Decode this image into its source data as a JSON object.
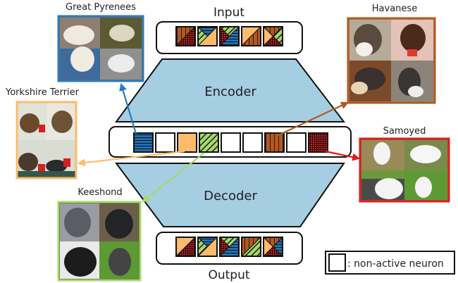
{
  "diagram": {
    "input_label": "Input",
    "output_label": "Output",
    "encoder_label": "Encoder",
    "decoder_label": "Decoder",
    "legend_text": ": non-active neuron",
    "colors": {
      "blue": "#2171b5",
      "orange": "#fdbb6b",
      "green": "#a6d96a",
      "brown": "#b5581f",
      "red": "#e31a1c",
      "trapezoid": "#a6cee3",
      "pyrenees_frame": "#2b7bba",
      "yorkie_frame": "#fdbb6b",
      "keeshond_frame": "#a6d96a",
      "havanese_frame": "#b5581f",
      "samoyed_frame": "#e31a1c"
    },
    "input_neurons": [
      [
        "brown",
        "red"
      ],
      [
        "green-blue-orange"
      ],
      [
        "red-green-blue"
      ],
      [
        "orange-brown"
      ],
      [
        "brown-green-red-orange"
      ]
    ],
    "latent_neurons": [
      "blue",
      "inactive",
      "orange",
      "green",
      "inactive",
      "inactive",
      "brown",
      "inactive",
      "red"
    ],
    "output_neurons": [
      [
        "orange",
        "red"
      ],
      [
        "green-blue-orange"
      ],
      [
        "red-green-blue"
      ],
      [
        "brown-green"
      ],
      [
        "brown-blue-red-orange"
      ]
    ],
    "breeds": [
      {
        "name": "Great Pyrenees",
        "color": "#2b7bba",
        "neuron_index": 0
      },
      {
        "name": "Yorkshire Terrier",
        "color": "#fdbb6b",
        "neuron_index": 2
      },
      {
        "name": "Keeshond",
        "color": "#a6d96a",
        "neuron_index": 3
      },
      {
        "name": "Havanese",
        "color": "#b5581f",
        "neuron_index": 6
      },
      {
        "name": "Samoyed",
        "color": "#e31a1c",
        "neuron_index": 8
      }
    ]
  }
}
